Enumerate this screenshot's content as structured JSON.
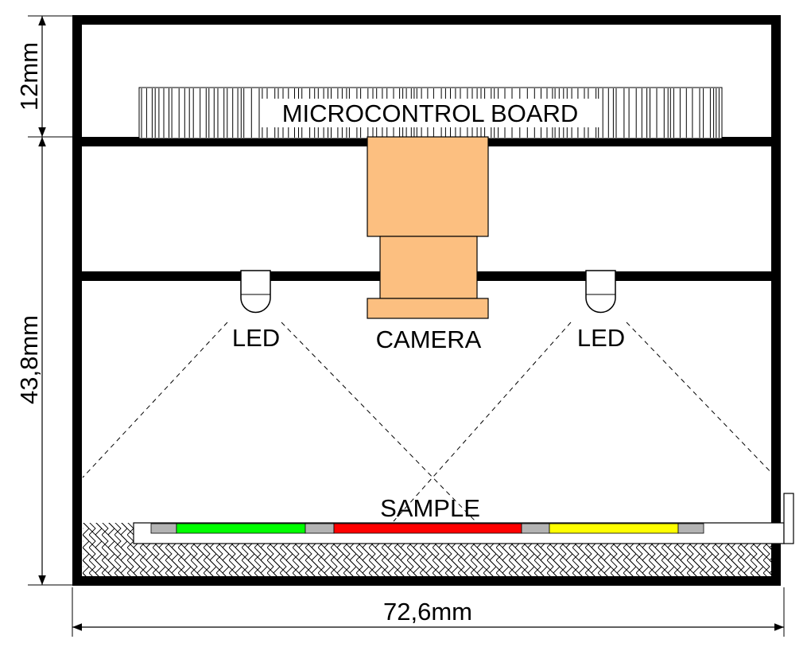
{
  "labels": {
    "board": "MICROCONTROL BOARD",
    "camera": "CAMERA",
    "led_left": "LED",
    "led_right": "LED",
    "sample": "SAMPLE"
  },
  "dimensions": {
    "top_height": "12mm",
    "main_height": "43,8mm",
    "width": "72,6mm"
  },
  "colors": {
    "frame": "#000000",
    "camera": "#fcbf80",
    "strip_green": "#00ff00",
    "strip_red": "#ff0000",
    "strip_yellow": "#ffff00",
    "strip_gap": "#b3b3b3",
    "platform": "#ffffff"
  }
}
